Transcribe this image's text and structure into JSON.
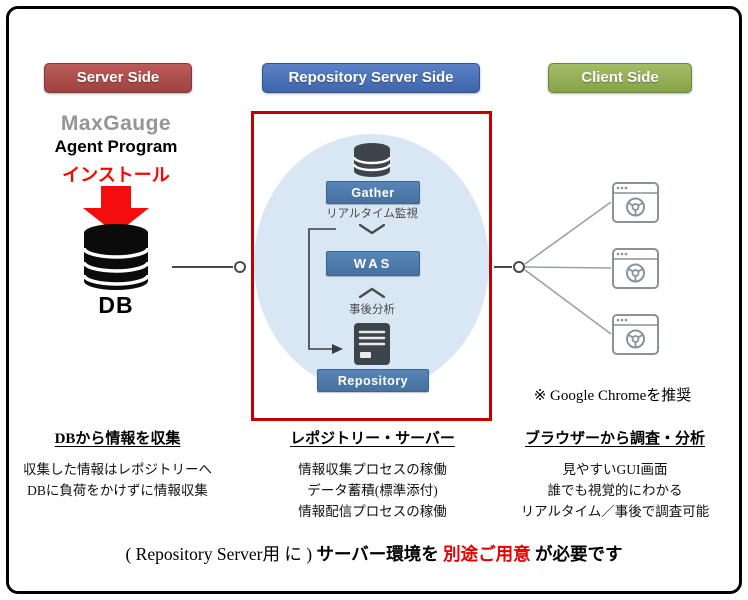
{
  "badges": {
    "server_side": "Server Side",
    "repository_side": "Repository Server Side",
    "client_side": "Client Side"
  },
  "server_column": {
    "logo": "MaxGauge",
    "program_title": "Agent Program",
    "install_label": "インストール",
    "db_label": "DB",
    "heading": "DBから情報を収集",
    "lines": [
      "収集した情報はレポジトリーへ",
      "DBに負荷をかけずに情報収集"
    ]
  },
  "repository_column": {
    "gather_label": "Gather",
    "realtime_label": "リアルタイム監視",
    "was_label": "WAS",
    "analysis_label": "事後分析",
    "repository_label": "Repository",
    "heading": "レポジトリー・サーバー",
    "lines": [
      "情報収集プロセスの稼働",
      "データ蓄積(標準添付)",
      "情報配信プロセスの稼働"
    ]
  },
  "client_column": {
    "chrome_note": "※  Google Chromeを推奨",
    "heading": "ブラウザーから調査・分析",
    "lines": [
      "見やすいGUI画面",
      "誰でも視覚的にわかる",
      "リアルタイム／事後で調査可能"
    ]
  },
  "footer": {
    "part1": "( Repository Server用 に ) ",
    "part2": "サーバー環境を ",
    "highlight": "別途ご用意",
    "part3": " が必要です"
  },
  "colors": {
    "server_badge": "#ad4f4e",
    "repository_badge": "#4c74ba",
    "client_badge": "#97b259",
    "flow_button": "#4e7cae",
    "circle_fill": "#d9e7f5",
    "highlight_box_red": "#c10000",
    "accent_red": "#ff0000"
  }
}
